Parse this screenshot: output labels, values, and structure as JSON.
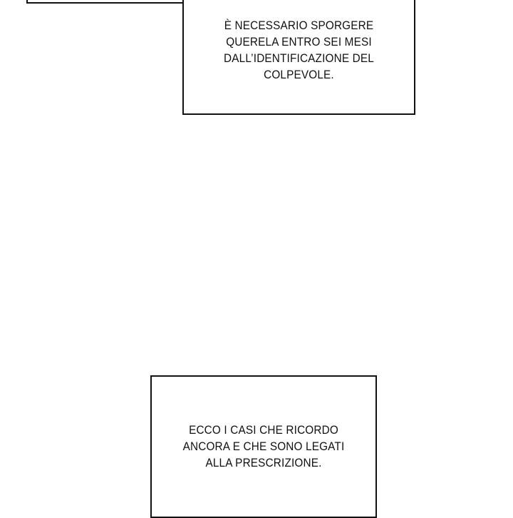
{
  "panels": [
    {
      "caption_lines": [
        "È NECESSARIO SPORGERE",
        "QUERELA ENTRO SEI MESI",
        "DALL’IDENTIFICAZIONE DEL",
        "COLPEVOLE."
      ]
    },
    {
      "caption_lines": [
        "ECCO I CASI CHE RICORDO",
        "ANCORA E CHE SONO LEGATI",
        "ALLA PRESCRIZIONE."
      ]
    }
  ]
}
